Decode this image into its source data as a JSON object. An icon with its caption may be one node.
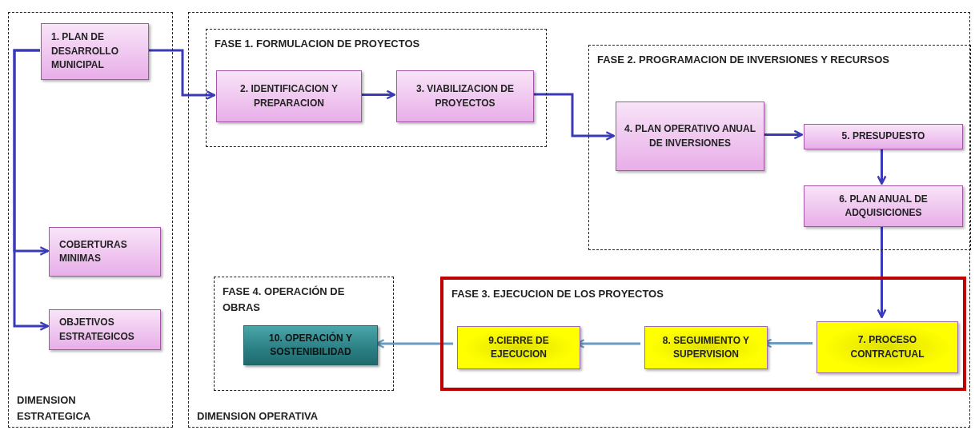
{
  "diagram": {
    "nodes": [
      {
        "text": [
          "DIMENSION ESTRATEGICA"
        ]
      },
      {
        "text": [
          "1. PLAN DE DESARROLLO MUNICIPAL"
        ],
        "in": 0
      },
      {
        "text": [
          "COBERTURAS MINIMAS"
        ],
        "in": 0
      },
      {
        "text": [
          "OBJETIVOS ESTRATEGICOS"
        ],
        "in": 0
      },
      {
        "text": [
          "DIMENSION OPERATIVA"
        ]
      },
      {
        "text": [
          "FASE 1. FORMULACION DE PROYECTOS"
        ],
        "in": 4
      },
      {
        "text": [
          "2. IDENTIFICACION Y PREPARACION"
        ],
        "in": 5
      },
      {
        "text": [
          "3. VIABILIZACION DE PROYECTOS"
        ],
        "in": 5
      },
      {
        "text": [
          "FASE 2.  PROGRAMACION DE INVERSIONES Y RECURSOS"
        ],
        "in": 4
      },
      {
        "text": [
          "4. PLAN OPERATIVO ANUAL DE INVERSIONES"
        ],
        "in": 8
      },
      {
        "text": [
          "5. PRESUPUESTO"
        ],
        "in": 8
      },
      {
        "text": [
          "6. PLAN ANUAL DE ADQUISICIONES"
        ],
        "in": 8
      },
      {
        "text": [
          "FASE 3. EJECUCION DE LOS PROYECTOS"
        ],
        "in": 4
      },
      {
        "text": [
          "7. PROCESO CONTRACTUAL"
        ],
        "in": 12
      },
      {
        "text": [
          "8. SEGUIMIENTO Y SUPERVISION"
        ],
        "in": 12
      },
      {
        "text": [
          "9.CIERRE  DE EJECUCION"
        ],
        "in": 12
      },
      {
        "text": [
          "FASE 4. OPERACIÓN DE OBRAS"
        ],
        "in": 4
      },
      {
        "text": [
          "10. OPERACIÓN Y SOSTENIBILIDAD"
        ],
        "in": 16
      }
    ],
    "edges": [
      {
        "from": 1,
        "to": 6,
        "arrow": "to"
      },
      {
        "from": 1,
        "to": 2,
        "arrow": "to"
      },
      {
        "from": 1,
        "to": 3,
        "arrow": "to"
      },
      {
        "from": 6,
        "to": 7,
        "arrow": "to"
      },
      {
        "from": 7,
        "to": 9,
        "arrow": "to"
      },
      {
        "from": 9,
        "to": 10,
        "arrow": "to"
      },
      {
        "from": 10,
        "to": 11,
        "arrow": "to"
      },
      {
        "from": 11,
        "to": 13,
        "arrow": "to"
      },
      {
        "from": 13,
        "to": 14,
        "arrow": "to",
        "color": "#6a9cc4"
      },
      {
        "from": 14,
        "to": 15,
        "arrow": "to",
        "color": "#6a9cc4"
      },
      {
        "from": 15,
        "to": 17,
        "arrow": "to",
        "color": "#6a9cc4"
      }
    ]
  }
}
